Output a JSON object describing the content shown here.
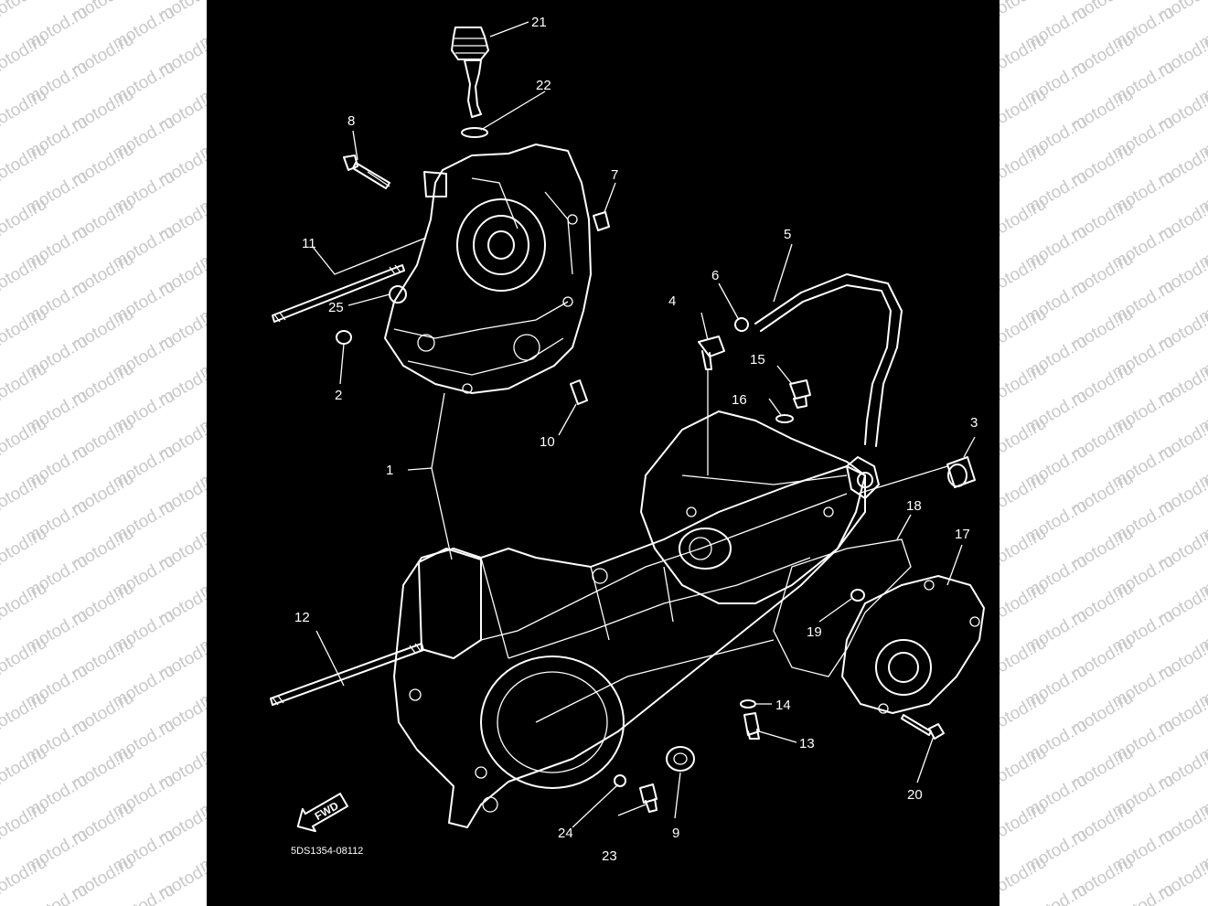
{
  "watermark": {
    "text": "motod.ru"
  },
  "diagram": {
    "callouts": [
      "1",
      "2",
      "3",
      "4",
      "5",
      "6",
      "7",
      "8",
      "9",
      "10",
      "11",
      "12",
      "13",
      "14",
      "15",
      "16",
      "17",
      "18",
      "19",
      "20",
      "21",
      "22",
      "23",
      "24",
      "25"
    ],
    "fwd_label": "FWD",
    "drawing_code": "5DS1354-08112"
  },
  "colors": {
    "background": "#000000",
    "line_art": "#ffffff",
    "watermark": "#c9c9c9",
    "page": "#ffffff"
  }
}
